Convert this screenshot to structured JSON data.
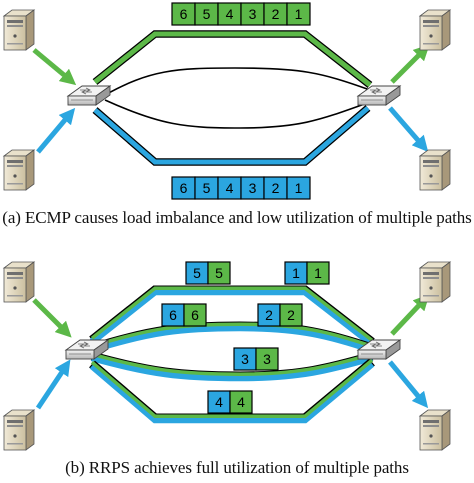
{
  "colors": {
    "green": "#5cb848",
    "blue": "#2ba6e0",
    "outline": "#000000",
    "box_text": "#000000"
  },
  "panel_a": {
    "caption": "(a)  ECMP causes load imbalance and low utilization of multiple paths",
    "green_packets": [
      "6",
      "5",
      "4",
      "3",
      "2",
      "1"
    ],
    "blue_packets": [
      "6",
      "5",
      "4",
      "3",
      "2",
      "1"
    ]
  },
  "panel_b": {
    "caption": "(b)  RRPS achieves full utilization of multiple paths",
    "packet_pairs": [
      {
        "blue": "5",
        "green": "5"
      },
      {
        "blue": "1",
        "green": "1"
      },
      {
        "blue": "6",
        "green": "6"
      },
      {
        "blue": "2",
        "green": "2"
      },
      {
        "blue": "3",
        "green": "3"
      },
      {
        "blue": "4",
        "green": "4"
      }
    ]
  },
  "icons": [
    "server-icon",
    "switch-icon"
  ]
}
